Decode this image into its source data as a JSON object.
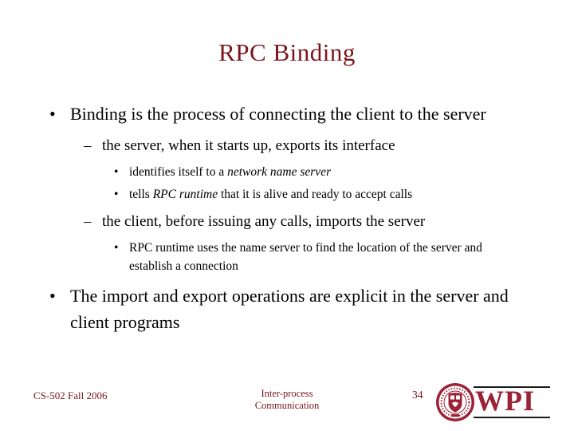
{
  "slide": {
    "title": "RPC Binding"
  },
  "markers": {
    "l1": "•",
    "l2": "–",
    "l3": "•"
  },
  "content": {
    "b1": "Binding is the process of connecting the client to the server",
    "s1": "the server, when it starts up, exports its interface",
    "i1": {
      "pre": "identifies itself to a ",
      "em": "network name server",
      "post": ""
    },
    "i2": {
      "pre": "tells ",
      "em": "RPC runtime",
      "post": " that it is alive and ready to accept calls"
    },
    "s2": "the client, before issuing any calls, imports the server",
    "i3": "RPC runtime uses the name server to find the location of the server and establish a connection",
    "b2": "The import and export operations are explicit in the server and client programs"
  },
  "footer": {
    "course": "CS-502 Fall 2006",
    "center_line1": "Inter-process",
    "center_line2": "Communication",
    "page_number": "34",
    "logo_text": "WPI"
  },
  "colors": {
    "accent_maroon": "#7A151C",
    "logo_maroon": "#9B2335",
    "body_text": "#000000",
    "background": "#ffffff",
    "logo_rule": "#1a1a1a"
  }
}
